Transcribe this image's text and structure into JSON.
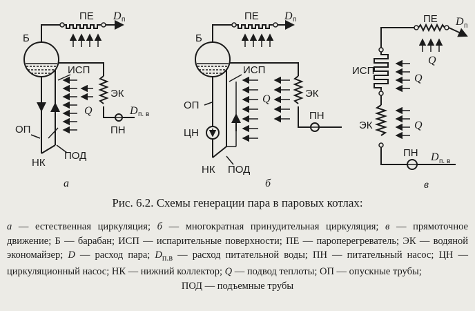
{
  "diagram": {
    "labels": {
      "pe": "ПЕ",
      "b": "Б",
      "isp": "ИСП",
      "ek": "ЭК",
      "pn": "ПН",
      "op": "ОП",
      "nk": "НК",
      "pod": "ПОД",
      "cn": "ЦН",
      "q": "Q",
      "d": "D",
      "d_sub": "п",
      "dpv_sub": "п. в"
    },
    "panels": [
      "а",
      "б",
      "в"
    ]
  },
  "caption": "Рис. 6.2. Схемы генерации пара в паровых котлах:",
  "legend": {
    "a": "а",
    "a_text": " — естественная циркуляция; ",
    "b": "б",
    "b_text": " — многократная принудительная циркуляция; ",
    "v": "в",
    "v_text": " — прямоточное движение; Б — барабан; ИСП — испарительные поверхности; ПЕ — пароперегреватель; ЭК — водяной экономайзер; ",
    "d": "D",
    "d_text": " — расход пара; ",
    "dpv": "D",
    "dpv_sub": "п.в",
    "dpv_text": " — расход питательной воды; ПН — питательный насос; ЦН — циркуляционный насос; НК — нижний коллектор; ",
    "q": "Q",
    "q_text": " — подвод теплоты; ОП — опускные трубы;",
    "last": "ПОД — подъемные трубы"
  }
}
